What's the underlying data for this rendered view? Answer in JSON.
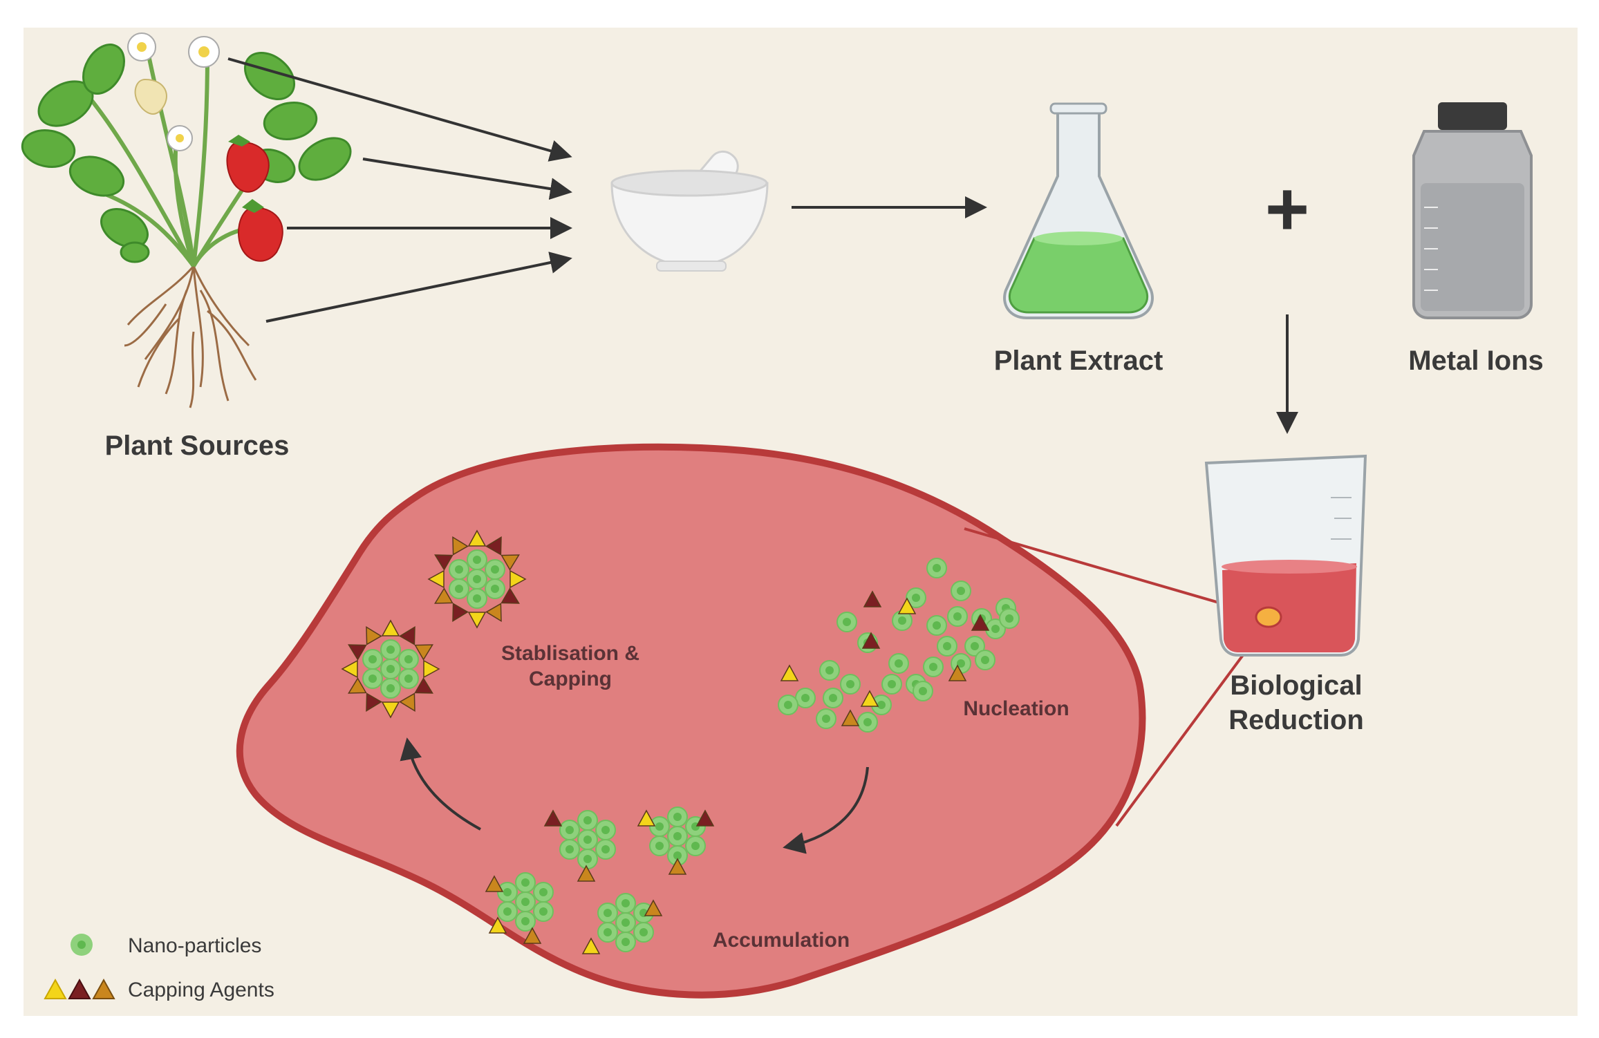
{
  "labels": {
    "plant_sources": "Plant Sources",
    "plant_extract": "Plant Extract",
    "metal_ions": "Metal Ions",
    "biological_reduction_line1": "Biological",
    "biological_reduction_line2": "Reduction",
    "stabilisation_line1": "Stablisation &",
    "stabilisation_line2": "Capping",
    "nucleation": "Nucleation",
    "accumulation": "Accumulation",
    "plus": "+"
  },
  "legend": {
    "nanoparticles": "Nano-particles",
    "capping_agents": "Capping Agents"
  },
  "colors": {
    "background": "#f4efe4",
    "blob_fill": "#e07f7f",
    "blob_stroke": "#b83a3a",
    "nanoparticle": "#8ed17c",
    "nanoparticle_core": "#5fb84f",
    "cap_yellow": "#f3d51a",
    "cap_darkred": "#7a1f22",
    "cap_orange": "#c9861e",
    "extract_green": "#79cf6a",
    "beaker_red": "#d9555a"
  }
}
